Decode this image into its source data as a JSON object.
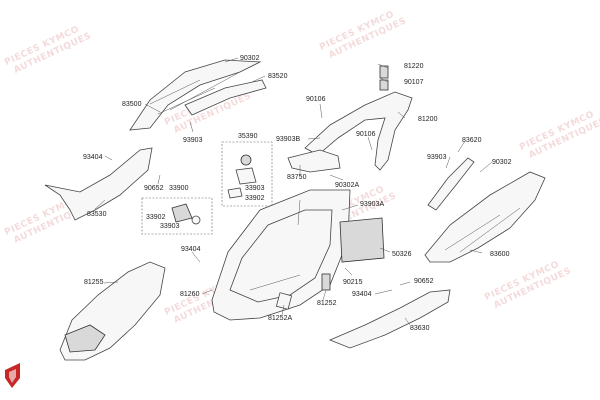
{
  "watermark": {
    "line1": "PIECES KYMCO",
    "line2": "AUTHENTIQUES",
    "color": "#e8b0b0"
  },
  "labels": {
    "p90302_top": "90302",
    "p83520": "83520",
    "p83500": "83500",
    "p93903_a": "93903",
    "p35390": "35390",
    "p93404_left": "93404",
    "p83530": "83530",
    "p90652_left": "90652",
    "p33900": "33900",
    "p33903_top": "33903",
    "p33902_top": "33902",
    "p33902_box": "33902",
    "p33903_box": "33903",
    "p81220": "81220",
    "p90107": "90107",
    "p90106_left": "90106",
    "p81200": "81200",
    "p93903b": "93903B",
    "p90106_mid": "90106",
    "p83750": "83750",
    "p90302a": "90302A",
    "p83620": "83620",
    "p93903_right": "93903",
    "p90302_right": "90302",
    "p93903a": "93903A",
    "p93404_mid": "93404",
    "p50326": "50326",
    "p83600": "83600",
    "p81255": "81255",
    "p81260": "81260",
    "p90215": "90215",
    "p90652_right": "90652",
    "p93404_bottom": "93404",
    "p81252": "81252",
    "p81252a": "81252A",
    "p83630": "83630"
  },
  "logo": {
    "color": "#c62828"
  }
}
